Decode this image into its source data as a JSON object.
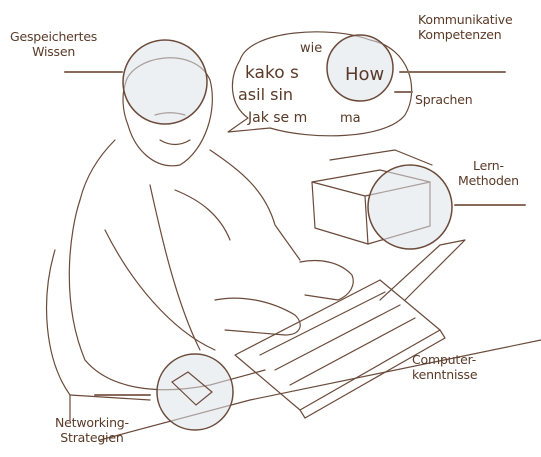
{
  "labels": {
    "knowledge": [
      "Gespeichertes",
      "Wissen"
    ],
    "communication": [
      "Kommunikative",
      "Kompetenzen"
    ],
    "languages": [
      "Sprachen"
    ],
    "learning_methods": [
      "Lern-",
      "Methoden"
    ],
    "computer_skills": [
      "Computer-",
      "kenntnisse"
    ],
    "networking": [
      "Networking-",
      "Strategien"
    ]
  },
  "speech_bubble": {
    "line1": "wie",
    "line2": "kako s",
    "line3": "How",
    "line4": "asil sin",
    "line5": "Jak se m",
    "line6": "ma"
  },
  "colors": {
    "line": "#6b4a3a",
    "label": "#5a3a28",
    "lens": "#dde3ea",
    "connector": "#8a6a5a"
  }
}
